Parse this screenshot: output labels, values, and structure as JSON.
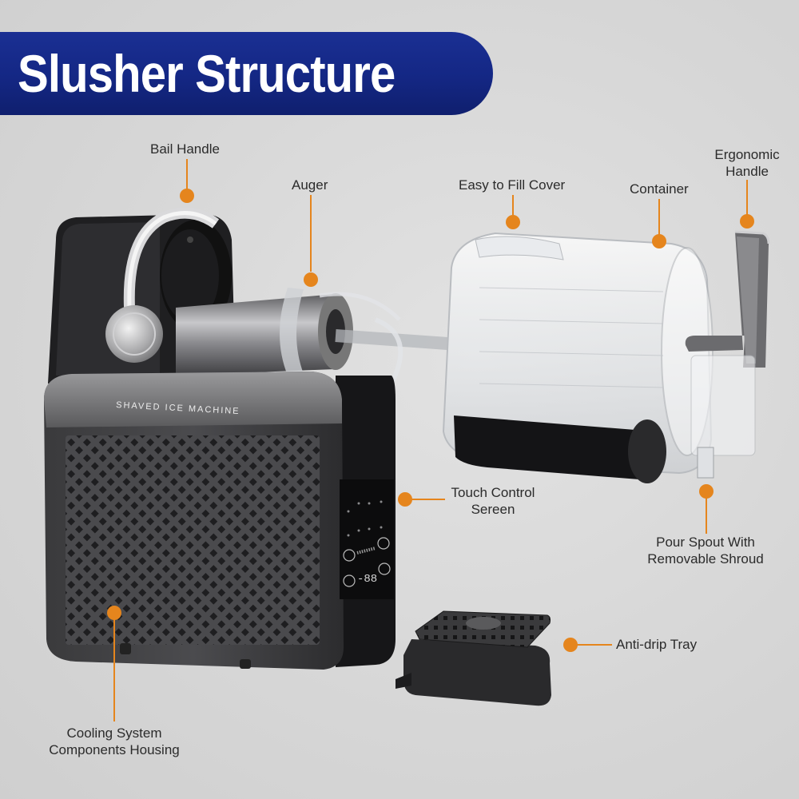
{
  "title": "Slusher Structure",
  "product_text": "SHAVED ICE MACHINE",
  "display_readout": "-88",
  "accent_color": "#e5851d",
  "banner_color": "#142784",
  "callouts": [
    {
      "id": "bail-handle",
      "lines": [
        "Bail Handle"
      ]
    },
    {
      "id": "auger",
      "lines": [
        "Auger"
      ]
    },
    {
      "id": "easy-to-fill-cover",
      "lines": [
        "Easy to Fill Cover"
      ]
    },
    {
      "id": "container",
      "lines": [
        "Container"
      ]
    },
    {
      "id": "ergonomic-handle",
      "lines": [
        "Ergonomic",
        "Handle"
      ]
    },
    {
      "id": "touch-control-screen",
      "lines": [
        "Touch Control",
        "Sereen"
      ]
    },
    {
      "id": "pour-spout",
      "lines": [
        "Pour Spout With",
        "Removable Shroud"
      ]
    },
    {
      "id": "anti-drip-tray",
      "lines": [
        "Anti-drip Tray"
      ]
    },
    {
      "id": "cooling-housing",
      "lines": [
        "Cooling System",
        "Components Housing"
      ]
    }
  ]
}
